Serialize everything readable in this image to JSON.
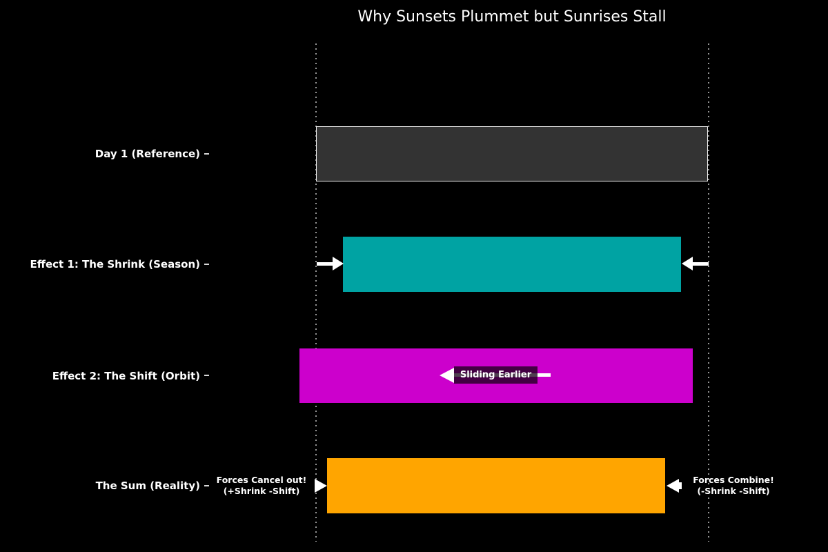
{
  "title": "Why Sunsets Plummet but Sunrises Stall",
  "rows": [
    {
      "label": "Day 1 (Reference)"
    },
    {
      "label": "Effect 1: The Shrink (Season)"
    },
    {
      "label": "Effect 2: The Shift (Orbit)"
    },
    {
      "label": "The Sum (Reality)"
    }
  ],
  "annotations": {
    "sliding": "Sliding Earlier",
    "cancel_line1": "Forces Cancel out!",
    "cancel_line2": "(+Shrink -Shift)",
    "combine_line1": "Forces Combine!",
    "combine_line2": "(-Shrink -Shift)"
  },
  "colors": {
    "background": "#000000",
    "reference_bar": "#333333",
    "reference_bar_edge": "#f0f0f0",
    "shrink_bar": "#00a3a3",
    "shift_bar": "#cc00cc",
    "sum_bar": "#ffa500",
    "gridline": "#979797",
    "arrows": "#ffffff",
    "text": "#ffffff"
  },
  "chart_data": {
    "type": "bar",
    "orientation": "horizontal",
    "title": "Why Sunsets Plummet but Sunrises Stall",
    "categories": [
      "Day 1 (Reference)",
      "Effect 1: The Shrink (Season)",
      "Effect 2: The Shift (Orbit)",
      "The Sum (Reality)"
    ],
    "x_units": "fraction of reference day length (sunrise = 0, sunset = 1); no axis ticks shown",
    "series": [
      {
        "name": "Day 1 (Reference)",
        "start": 0.0,
        "end": 1.0,
        "color": "#333333"
      },
      {
        "name": "Effect 1: The Shrink (Season)",
        "start": 0.069,
        "end": 0.93,
        "color": "#00a3a3"
      },
      {
        "name": "Effect 2: The Shift (Orbit)",
        "start": -0.042,
        "end": 0.958,
        "color": "#cc00cc"
      },
      {
        "name": "The Sum (Reality)",
        "start": 0.028,
        "end": 0.889,
        "color": "#ffa500"
      }
    ],
    "reference_lines_x": [
      0.0,
      1.0
    ],
    "gridline_style": "vertical dotted gray lines at reference sunrise and sunset",
    "legend": "none",
    "annotations": [
      {
        "text": "Sliding Earlier",
        "row": "Effect 2: The Shift (Orbit)",
        "arrow": "points left"
      },
      {
        "text": "Forces Cancel out! (+Shrink -Shift)",
        "row": "The Sum (Reality)",
        "side": "left",
        "arrow": "points right at bar start"
      },
      {
        "text": "Forces Combine! (-Shrink -Shift)",
        "row": "The Sum (Reality)",
        "side": "right",
        "arrow": "points left at bar end"
      }
    ]
  }
}
